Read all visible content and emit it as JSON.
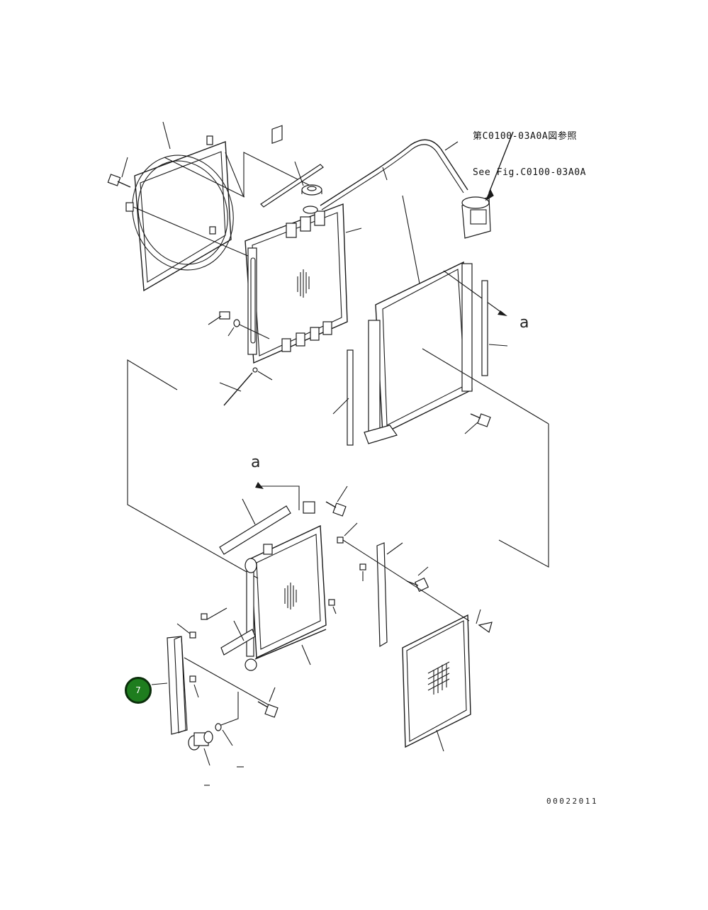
{
  "reference_note": {
    "line1": "第C0100-03A0A図参照",
    "line2": "See Fig.C0100-03A0A"
  },
  "view_labels": {
    "upper": "a",
    "lower": "a"
  },
  "drawing_number": "00022011",
  "callout": {
    "number": "7",
    "color": "#1e7d1e"
  }
}
